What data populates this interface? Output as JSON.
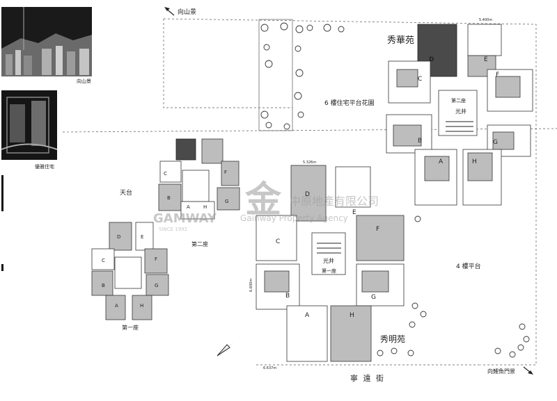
{
  "labels": {
    "mountain_view": "向山景",
    "mountain_view_caption": "向山景",
    "elegant_home_caption": "優雅住宅",
    "garden_6f": "6 樓住宅平台花園",
    "rooftop": "天台",
    "block2_small": "第二座",
    "block1_small": "第一座",
    "block2_main": "第二座",
    "block1_main": "第一座",
    "lightwell_top": "光井",
    "lightwell_bottom": "光井",
    "estate_north": "秀華苑",
    "estate_south": "秀明苑",
    "podium_4f": "4 樓平台",
    "street": "寧 遠 街",
    "lyemun_view": "向鯉魚門景",
    "dim_top": "5.400m",
    "dim_left": "5.326m",
    "dim_bottom": "6.637m",
    "dim_side": "6.600m"
  },
  "units": [
    "A",
    "B",
    "C",
    "D",
    "E",
    "F",
    "G",
    "H"
  ],
  "watermark": {
    "logo_char": "金",
    "cn": "中原地產有限公司",
    "en": "GAMWAY",
    "en2": "Gainway Property Agency",
    "since": "SINCE 1992"
  }
}
